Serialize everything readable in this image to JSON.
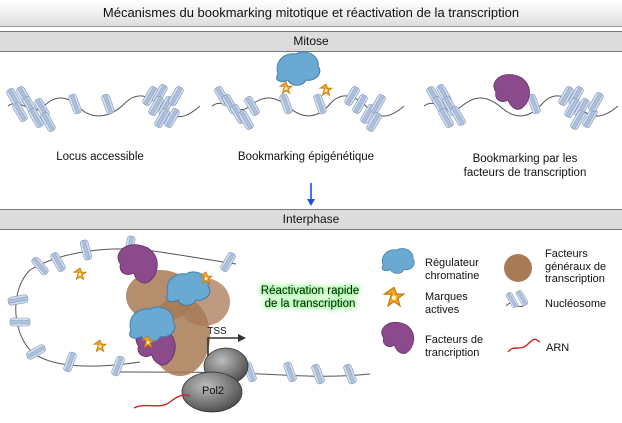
{
  "title": "Mécanismes du bookmarking mitotique et réactivation de la transcription",
  "sections": {
    "mitose": "Mitose",
    "interphase": "Interphase"
  },
  "mitosis_panels": {
    "accessible": "Locus accessible",
    "epigenetic": "Bookmarking épigénétique",
    "tf": [
      "Bookmarking par les",
      "facteurs de transcription"
    ]
  },
  "interphase": {
    "reactivation": [
      "Réactivation rapide",
      "de la transcription"
    ],
    "tss": "TSS",
    "pol2": "Pol2"
  },
  "legend": {
    "regulator": [
      "Régulateur",
      "chromatine"
    ],
    "general_factors": [
      "Facteurs",
      "généraux de",
      "transcription"
    ],
    "active_marks": [
      "Marques",
      "actives"
    ],
    "nucleosome": "Nucléosome",
    "tf": [
      "Facteurs de",
      "trancription"
    ],
    "arn": "ARN"
  },
  "colors": {
    "regulator": "#6aa9d2",
    "general_factors": "#a87a55",
    "tf": "#8b4a8c",
    "mark": "#f0a020",
    "nucleosome": "#b8c8e0",
    "arn": "#d42020",
    "pol2": "#555555",
    "arrow": "#1f4fd8"
  }
}
